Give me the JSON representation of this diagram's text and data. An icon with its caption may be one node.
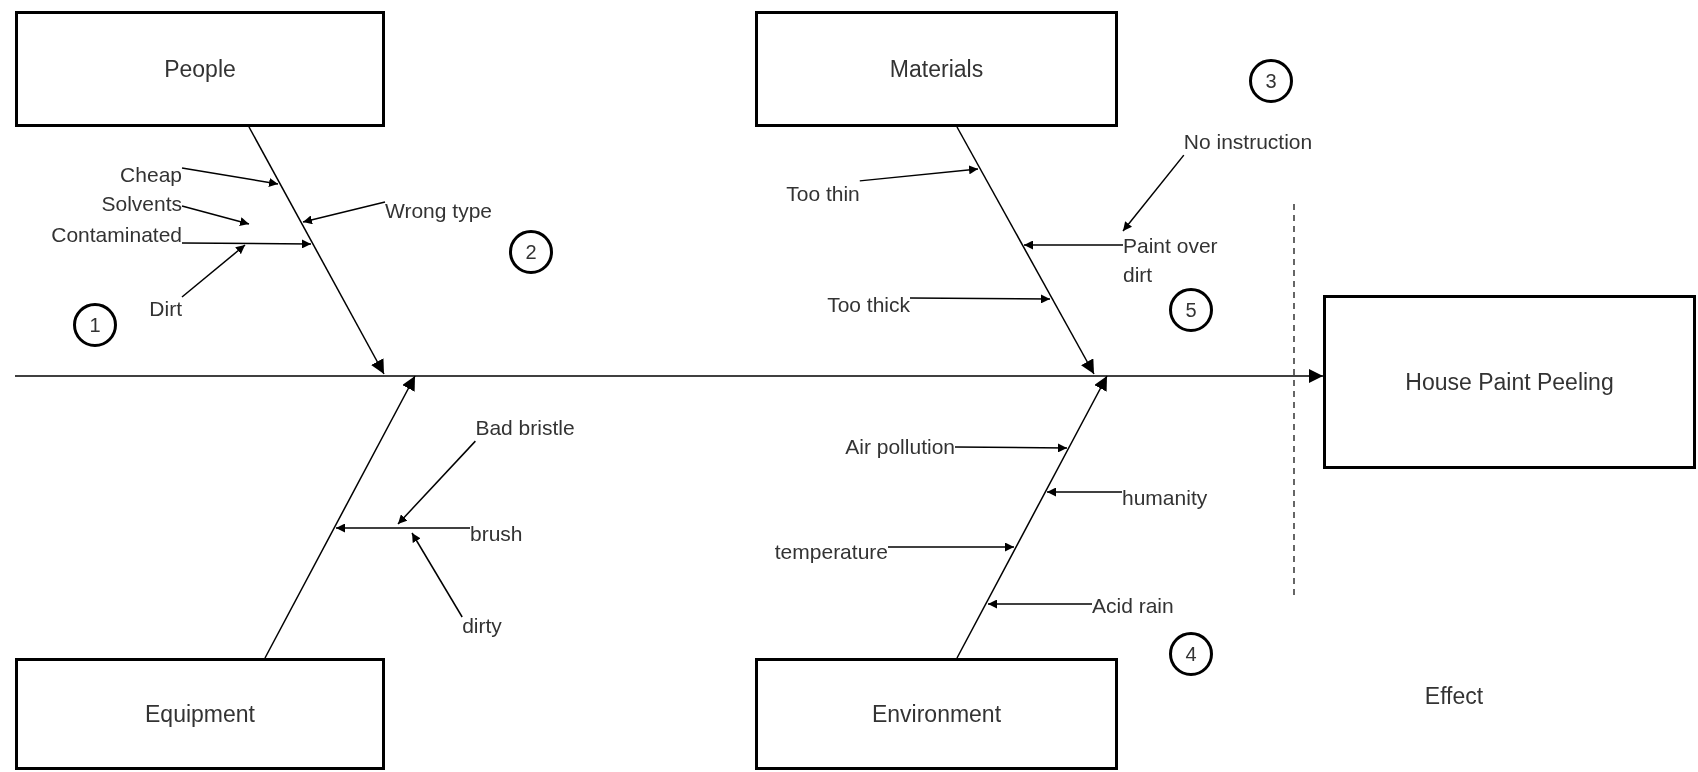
{
  "diagram": {
    "nodes": [
      {
        "text": [
          "People"
        ]
      },
      {
        "text": [
          "Materials"
        ]
      },
      {
        "text": [
          "3"
        ]
      },
      {
        "text": [
          "No instruction"
        ]
      },
      {
        "text": [
          "Cheap"
        ]
      },
      {
        "text": [
          "Too thin"
        ]
      },
      {
        "text": [
          "Solvents"
        ]
      },
      {
        "text": [
          "Wrong type"
        ]
      },
      {
        "text": [
          "Paint over dirt"
        ]
      },
      {
        "text": [
          "Contaminated"
        ]
      },
      {
        "text": [
          "2"
        ]
      },
      {
        "text": [
          "Dirt"
        ]
      },
      {
        "text": [
          "Too thick"
        ]
      },
      {
        "text": [
          "5"
        ]
      },
      {
        "text": [
          "1"
        ]
      },
      {
        "text": [
          "House Paint Peeling"
        ]
      },
      {
        "text": [
          "Bad bristle"
        ]
      },
      {
        "text": [
          "Air pollution"
        ]
      },
      {
        "text": [
          "humanity"
        ]
      },
      {
        "text": [
          "brush"
        ]
      },
      {
        "text": [
          "temperature"
        ]
      },
      {
        "text": [
          "dirty"
        ]
      },
      {
        "text": [
          "Acid rain"
        ]
      },
      {
        "text": [
          "4"
        ]
      },
      {
        "text": [
          "Equipment"
        ]
      },
      {
        "text": [
          "Environment"
        ]
      }
    ],
    "edges": [
      {
        "from": 0,
        "to": null,
        "arrow": "to"
      },
      {
        "from": 1,
        "to": null,
        "arrow": "to"
      },
      {
        "from": 24,
        "to": null,
        "arrow": "to"
      },
      {
        "from": 25,
        "to": null,
        "arrow": "to"
      },
      {
        "from": null,
        "to": 15,
        "arrow": "to"
      },
      {
        "from": 4,
        "to": null,
        "arrow": "to"
      },
      {
        "from": 6,
        "to": null,
        "arrow": "to"
      },
      {
        "from": 9,
        "to": null,
        "arrow": "to"
      },
      {
        "from": 11,
        "to": null,
        "arrow": "to"
      },
      {
        "from": 7,
        "to": null,
        "arrow": "to"
      },
      {
        "from": 5,
        "to": null,
        "arrow": "to"
      },
      {
        "from": 12,
        "to": null,
        "arrow": "to"
      },
      {
        "from": 3,
        "to": 8,
        "arrow": "to"
      },
      {
        "from": 8,
        "to": null,
        "arrow": "to"
      },
      {
        "from": 17,
        "to": null,
        "arrow": "to"
      },
      {
        "from": 18,
        "to": null,
        "arrow": "to"
      },
      {
        "from": 20,
        "to": null,
        "arrow": "to"
      },
      {
        "from": 22,
        "to": null,
        "arrow": "to"
      },
      {
        "from": 16,
        "to": null,
        "arrow": "to"
      },
      {
        "from": 19,
        "to": null,
        "arrow": "to"
      },
      {
        "from": 21,
        "to": null,
        "arrow": "to"
      }
    ],
    "labels": [
      "Effect"
    ]
  }
}
